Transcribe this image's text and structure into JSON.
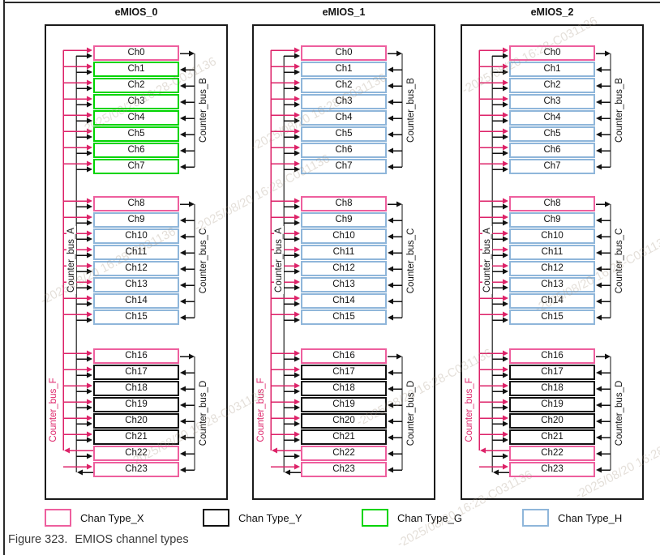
{
  "page": {
    "caption_prefix": "Figure 323.",
    "caption_title": "EMIOS channel types"
  },
  "watermark": {
    "text": "-2025/08/20 16:28-C031136"
  },
  "colors": {
    "chan_type_x": "#ee5f9e",
    "chan_type_y": "#111111",
    "chan_type_g": "#00d400",
    "chan_type_h": "#8fb6da",
    "pink_bus": "#dd2268",
    "gray_bus": "#4d4d4d",
    "arrow_black": "#111111"
  },
  "left_buses": {
    "bus_a_label": "Counter_bus_A",
    "bus_f_label": "Counter_bus_F"
  },
  "legend": {
    "items": [
      {
        "label": "Chan Type_X",
        "type": "X"
      },
      {
        "label": "Chan Type_Y",
        "type": "Y"
      },
      {
        "label": "Chan Type_G",
        "type": "G"
      },
      {
        "label": "Chan Type_H",
        "type": "H"
      }
    ]
  },
  "blocks": [
    {
      "title": "eMIOS_0",
      "groups": [
        {
          "right_bus_label": "Counter_bus_B",
          "channels": [
            {
              "label": "Ch0",
              "type": "X",
              "drives": "right_bus"
            },
            {
              "label": "Ch1",
              "type": "G"
            },
            {
              "label": "Ch2",
              "type": "G"
            },
            {
              "label": "Ch3",
              "type": "G"
            },
            {
              "label": "Ch4",
              "type": "G"
            },
            {
              "label": "Ch5",
              "type": "G"
            },
            {
              "label": "Ch6",
              "type": "G"
            },
            {
              "label": "Ch7",
              "type": "G"
            }
          ]
        },
        {
          "right_bus_label": "Counter_bus_C",
          "channels": [
            {
              "label": "Ch8",
              "type": "X",
              "drives": "right_bus"
            },
            {
              "label": "Ch9",
              "type": "H"
            },
            {
              "label": "Ch10",
              "type": "H"
            },
            {
              "label": "Ch11",
              "type": "H"
            },
            {
              "label": "Ch12",
              "type": "H"
            },
            {
              "label": "Ch13",
              "type": "H"
            },
            {
              "label": "Ch14",
              "type": "H"
            },
            {
              "label": "Ch15",
              "type": "H"
            }
          ]
        },
        {
          "right_bus_label": "Counter_bus_D",
          "channels": [
            {
              "label": "Ch16",
              "type": "X",
              "drives": "right_bus"
            },
            {
              "label": "Ch17",
              "type": "Y"
            },
            {
              "label": "Ch18",
              "type": "Y"
            },
            {
              "label": "Ch19",
              "type": "Y"
            },
            {
              "label": "Ch20",
              "type": "Y"
            },
            {
              "label": "Ch21",
              "type": "Y"
            },
            {
              "label": "Ch22",
              "type": "X",
              "drives": "bus_f"
            },
            {
              "label": "Ch23",
              "type": "X",
              "drives": "bus_a"
            }
          ]
        }
      ]
    },
    {
      "title": "eMIOS_1",
      "groups": [
        {
          "right_bus_label": "Counter_bus_B",
          "channels": [
            {
              "label": "Ch0",
              "type": "X",
              "drives": "right_bus"
            },
            {
              "label": "Ch1",
              "type": "H"
            },
            {
              "label": "Ch2",
              "type": "H"
            },
            {
              "label": "Ch3",
              "type": "H"
            },
            {
              "label": "Ch4",
              "type": "H"
            },
            {
              "label": "Ch5",
              "type": "H"
            },
            {
              "label": "Ch6",
              "type": "H"
            },
            {
              "label": "Ch7",
              "type": "H"
            }
          ]
        },
        {
          "right_bus_label": "Counter_bus_C",
          "channels": [
            {
              "label": "Ch8",
              "type": "X",
              "drives": "right_bus"
            },
            {
              "label": "Ch9",
              "type": "H"
            },
            {
              "label": "Ch10",
              "type": "H"
            },
            {
              "label": "Ch11",
              "type": "H"
            },
            {
              "label": "Ch12",
              "type": "H"
            },
            {
              "label": "Ch13",
              "type": "H"
            },
            {
              "label": "Ch14",
              "type": "H"
            },
            {
              "label": "Ch15",
              "type": "H"
            }
          ]
        },
        {
          "right_bus_label": "Counter_bus_D",
          "channels": [
            {
              "label": "Ch16",
              "type": "X",
              "drives": "right_bus"
            },
            {
              "label": "Ch17",
              "type": "Y"
            },
            {
              "label": "Ch18",
              "type": "Y"
            },
            {
              "label": "Ch19",
              "type": "Y"
            },
            {
              "label": "Ch20",
              "type": "Y"
            },
            {
              "label": "Ch21",
              "type": "Y"
            },
            {
              "label": "Ch22",
              "type": "X",
              "drives": "bus_f"
            },
            {
              "label": "Ch23",
              "type": "X",
              "drives": "bus_a"
            }
          ]
        }
      ]
    },
    {
      "title": "eMIOS_2",
      "groups": [
        {
          "right_bus_label": "Counter_bus_B",
          "channels": [
            {
              "label": "Ch0",
              "type": "X",
              "drives": "right_bus"
            },
            {
              "label": "Ch1",
              "type": "H"
            },
            {
              "label": "Ch2",
              "type": "H"
            },
            {
              "label": "Ch3",
              "type": "H"
            },
            {
              "label": "Ch4",
              "type": "H"
            },
            {
              "label": "Ch5",
              "type": "H"
            },
            {
              "label": "Ch6",
              "type": "H"
            },
            {
              "label": "Ch7",
              "type": "H"
            }
          ]
        },
        {
          "right_bus_label": "Counter_bus_C",
          "channels": [
            {
              "label": "Ch8",
              "type": "X",
              "drives": "right_bus"
            },
            {
              "label": "Ch9",
              "type": "H"
            },
            {
              "label": "Ch10",
              "type": "H"
            },
            {
              "label": "Ch11",
              "type": "H"
            },
            {
              "label": "Ch12",
              "type": "H"
            },
            {
              "label": "Ch13",
              "type": "H"
            },
            {
              "label": "Ch14",
              "type": "H"
            },
            {
              "label": "Ch15",
              "type": "H"
            }
          ]
        },
        {
          "right_bus_label": "Counter_bus_D",
          "channels": [
            {
              "label": "Ch16",
              "type": "X",
              "drives": "right_bus"
            },
            {
              "label": "Ch17",
              "type": "Y"
            },
            {
              "label": "Ch18",
              "type": "Y"
            },
            {
              "label": "Ch19",
              "type": "Y"
            },
            {
              "label": "Ch20",
              "type": "Y"
            },
            {
              "label": "Ch21",
              "type": "Y"
            },
            {
              "label": "Ch22",
              "type": "X",
              "drives": "bus_f"
            },
            {
              "label": "Ch23",
              "type": "X",
              "drives": "bus_a"
            }
          ]
        }
      ]
    }
  ]
}
